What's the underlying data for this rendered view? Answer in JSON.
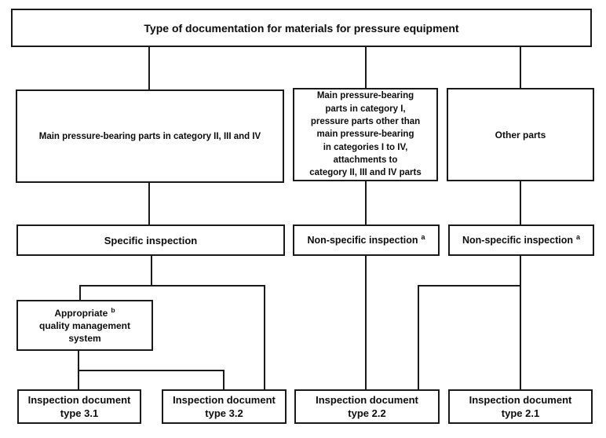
{
  "diagram": {
    "title": "Type of documentation for materials for pressure equipment",
    "nodes": {
      "main_parts_cat234": "Main pressure-bearing parts in category II, III and IV",
      "main_parts_cat1": "Main pressure-bearing\nparts in category I,\npressure parts other than\nmain pressure-bearing\nin categories I to IV,\nattachments to\ncategory II, III and IV parts",
      "other_parts": "Other parts",
      "specific_inspection": "Specific inspection",
      "nonspecific_mid": {
        "label": "Non-specific inspection",
        "footnote": "a"
      },
      "nonspecific_right": {
        "label": "Non-specific inspection",
        "footnote": "a"
      },
      "qm_system": {
        "line1": "Appropriate",
        "footnote": "b",
        "rest": "quality management\nsystem"
      },
      "doc_31": "Inspection document\ntype 3.1",
      "doc_32": "Inspection document\ntype 3.2",
      "doc_22": "Inspection document\ntype 2.2",
      "doc_21": "Inspection document\ntype 2.1"
    },
    "colors": {
      "line": "#1a1a1a",
      "background": "#ffffff",
      "box_fill": "#ffffff",
      "text": "#0d0d0d"
    }
  }
}
